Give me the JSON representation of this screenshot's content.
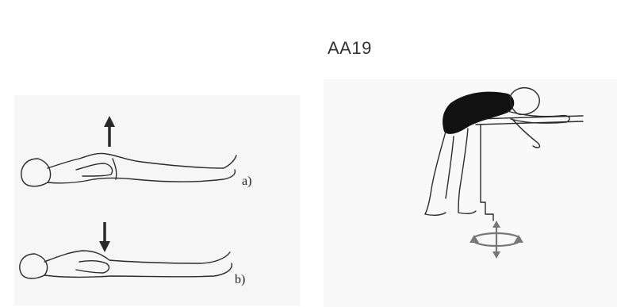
{
  "figure": {
    "code": "AA19",
    "position_a": "a)",
    "position_b": "b)"
  },
  "icons": {
    "up_arrow": "up-arrow-icon",
    "down_arrow": "down-arrow-icon",
    "rotation": "rotation-arrows-icon"
  },
  "colors": {
    "ink": "#2a2a2a",
    "swimsuit": "#111111",
    "rotation_symbol": "#777777",
    "background": "#ffffff"
  }
}
